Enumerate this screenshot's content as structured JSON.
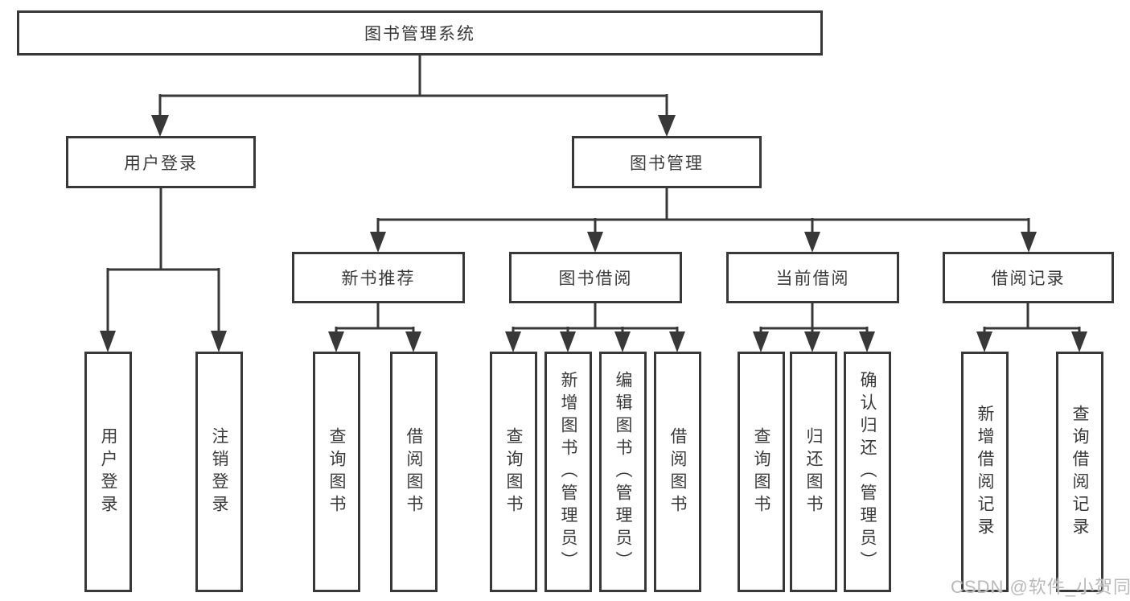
{
  "tree": {
    "label": "图书管理系统",
    "children": [
      {
        "label": "用户登录",
        "children": [
          {
            "label": "用户登录"
          },
          {
            "label": "注销登录"
          }
        ]
      },
      {
        "label": "图书管理",
        "children": [
          {
            "label": "新书推荐",
            "children": [
              {
                "label": "查询图书"
              },
              {
                "label": "借阅图书"
              }
            ]
          },
          {
            "label": "图书借阅",
            "children": [
              {
                "label": "查询图书"
              },
              {
                "label": "新增图书（管理员）"
              },
              {
                "label": "编辑图书（管理员）"
              },
              {
                "label": "借阅图书"
              }
            ]
          },
          {
            "label": "当前借阅",
            "children": [
              {
                "label": "查询图书"
              },
              {
                "label": "归还图书"
              },
              {
                "label": "确认归还（管理员）"
              }
            ]
          },
          {
            "label": "借阅记录",
            "children": [
              {
                "label": "新增借阅记录"
              },
              {
                "label": "查询借阅记录"
              }
            ]
          }
        ]
      }
    ]
  },
  "watermark": {
    "text": "CSDN @软件_小贺同学"
  },
  "colors": {
    "line": "#383838",
    "box_border": "#383838",
    "text": "#3a3a3a",
    "watermark": "#b9b9b9",
    "background": "#ffffff"
  }
}
